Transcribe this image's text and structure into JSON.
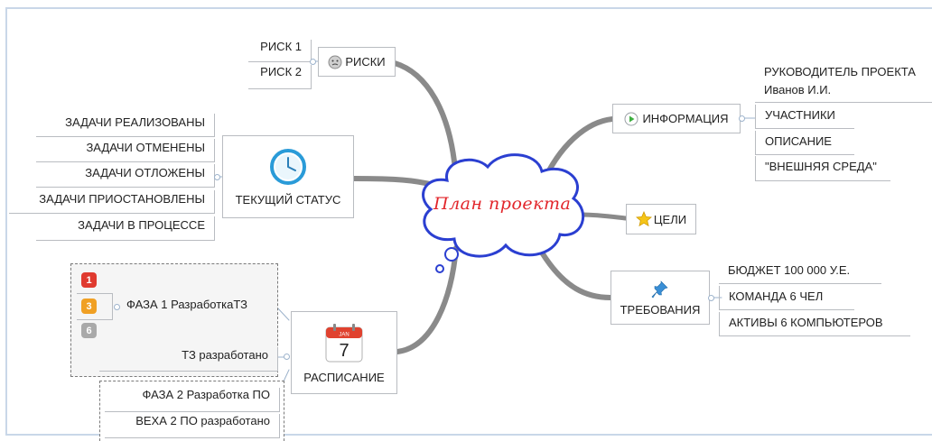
{
  "central_topic": "План проекта",
  "risks": {
    "label": "РИСКИ",
    "icon": "risk-face-icon",
    "items": [
      "РИСК 1",
      "РИСК 2"
    ]
  },
  "status": {
    "label": "ТЕКУЩИЙ СТАТУС",
    "icon": "clock-icon",
    "items": [
      "ЗАДАЧИ РЕАЛИЗОВАНЫ",
      "ЗАДАЧИ ОТМЕНЕНЫ",
      "ЗАДАЧИ ОТЛОЖЕНЫ",
      "ЗАДАЧИ ПРИОСТАНОВЛЕНЫ",
      "ЗАДАЧИ В ПРОЦЕССЕ"
    ]
  },
  "schedule": {
    "label": "РАСПИСАНИЕ",
    "icon": "calendar-icon",
    "calendar_month": "JAN",
    "calendar_day": "7",
    "phase1": {
      "label": "ФАЗА 1 РазработкаТЗ",
      "badges": [
        "1",
        "3",
        "6"
      ],
      "milestone": "ТЗ разработано"
    },
    "phase2": {
      "label": "ФАЗА 2  Разработка ПО",
      "milestone": "ВЕХА 2 ПО разработано"
    }
  },
  "info": {
    "label": "ИНФОРМАЦИЯ",
    "icon": "play-icon",
    "manager_title": "РУКОВОДИТЕЛЬ ПРОЕКТА",
    "manager_name": "Иванов И.И.",
    "items": [
      "УЧАСТНИКИ",
      "ОПИСАНИЕ",
      "\"ВНЕШНЯЯ СРЕДА\""
    ]
  },
  "goals": {
    "label": "ЦЕЛИ",
    "icon": "star-icon"
  },
  "requirements": {
    "label": "ТРЕБОВАНИЯ",
    "icon": "pin-icon",
    "items": [
      "БЮДЖЕТ 100 000 У.Е.",
      "КОМАНДА 6 ЧЕЛ",
      "АКТИВЫ 6 КОМПЬЮТЕРОВ"
    ]
  },
  "colors": {
    "branch": "#8a8a8a",
    "title_red": "#e2262b",
    "cloud_border": "#2b3fd1",
    "badge1": "#e03a2f",
    "badge2": "#f0a024",
    "badge3": "#a9a9a9"
  }
}
